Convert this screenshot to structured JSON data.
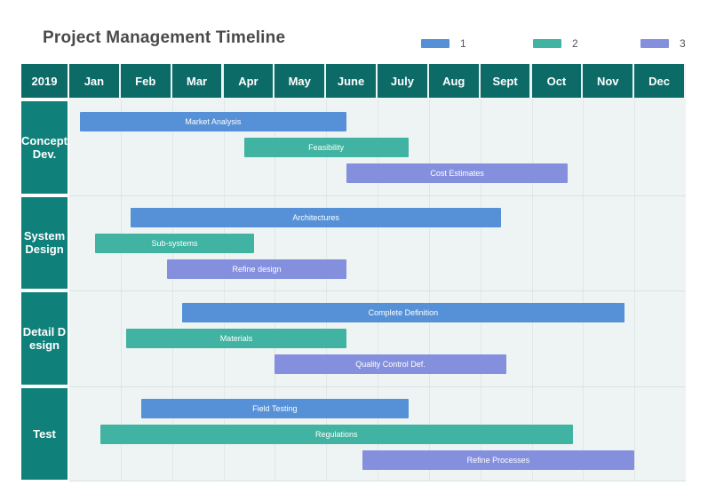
{
  "header": {
    "title": "Project Management Timeline"
  },
  "legend": {
    "items": [
      {
        "label": "1",
        "color": "#5690d6"
      },
      {
        "label": "2",
        "color": "#41b3a2"
      },
      {
        "label": "3",
        "color": "#8490de"
      }
    ]
  },
  "colors": {
    "header_cell": "#0d6b67",
    "category_cell": "#10807a",
    "plot_background": "#eef4f3",
    "gridline": "#dfe8e6",
    "series_1": "#5690d6",
    "series_2": "#41b3a2",
    "series_3": "#8490de",
    "title_text": "#4a4a4a"
  },
  "chart_data": {
    "type": "bar",
    "title": "Project Management Timeline",
    "xlabel": "",
    "ylabel": "",
    "grid": true,
    "legend_position": "top-right",
    "year_label": "2019",
    "categories": [
      "Jan",
      "Feb",
      "Mar",
      "Apr",
      "May",
      "June",
      "July",
      "Aug",
      "Sept",
      "Oct",
      "Nov",
      "Dec"
    ],
    "rows": [
      {
        "label": "Concept Dev.",
        "tasks": [
          {
            "name": "Market Analysis",
            "series": "1",
            "color": "#5690d6",
            "start_month": "Jan",
            "end_month": "May",
            "start": 0.2,
            "end": 5.4
          },
          {
            "name": "Feasibility",
            "series": "2",
            "color": "#41b3a2",
            "start_month": "Apr",
            "end_month": "July",
            "start": 3.4,
            "end": 6.6
          },
          {
            "name": "Cost Estimates",
            "series": "3",
            "color": "#8490de",
            "start_month": "June",
            "end_month": "Oct",
            "start": 5.4,
            "end": 9.7
          }
        ]
      },
      {
        "label": "System Design",
        "tasks": [
          {
            "name": "Architectures",
            "series": "1",
            "color": "#5690d6",
            "start_month": "Feb",
            "end_month": "Sept",
            "start": 1.2,
            "end": 8.4
          },
          {
            "name": "Sub-systems",
            "series": "2",
            "color": "#41b3a2",
            "start_month": "Jan",
            "end_month": "Apr",
            "start": 0.5,
            "end": 3.6
          },
          {
            "name": "Refine design",
            "series": "3",
            "color": "#8490de",
            "start_month": "Mar",
            "end_month": "May",
            "start": 1.9,
            "end": 5.4
          }
        ]
      },
      {
        "label": "Detail Design",
        "tasks": [
          {
            "name": "Complete Definition",
            "series": "1",
            "color": "#5690d6",
            "start_month": "Mar",
            "end_month": "Nov",
            "start": 2.2,
            "end": 10.8
          },
          {
            "name": "Materials",
            "series": "2",
            "color": "#41b3a2",
            "start_month": "Feb",
            "end_month": "May",
            "start": 1.1,
            "end": 5.4
          },
          {
            "name": "Quality Control Def.",
            "series": "3",
            "color": "#8490de",
            "start_month": "Apr",
            "end_month": "Sept",
            "start": 4.0,
            "end": 8.5
          }
        ]
      },
      {
        "label": "Test",
        "tasks": [
          {
            "name": "Field Testing",
            "series": "1",
            "color": "#5690d6",
            "start_month": "Feb",
            "end_month": "July",
            "start": 1.4,
            "end": 6.6
          },
          {
            "name": "Regulations",
            "series": "2",
            "color": "#41b3a2",
            "start_month": "Jan",
            "end_month": "Oct",
            "start": 0.6,
            "end": 9.8
          },
          {
            "name": "Refine Processes",
            "series": "3",
            "color": "#8490de",
            "start_month": "June",
            "end_month": "Nov",
            "start": 5.7,
            "end": 11.0
          }
        ]
      }
    ]
  }
}
